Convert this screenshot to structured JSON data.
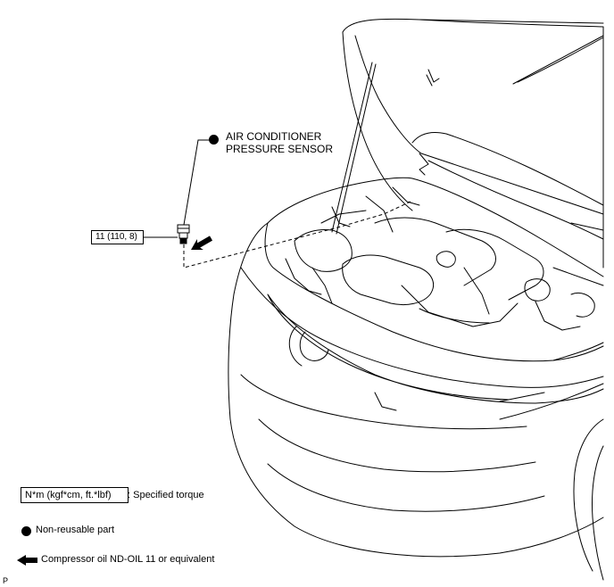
{
  "callouts": {
    "sensor_label_line1": "AIR CONDITIONER",
    "sensor_label_line2": "PRESSURE SENSOR",
    "torque_value": "11 (110, 8)"
  },
  "legend": {
    "torque_box": "N*m (kgf*cm, ft.*lbf)",
    "torque_text": ": Specified torque",
    "nonreusable_text": "Non-reusable part",
    "oil_text": "Compressor oil ND-OIL 11 or equivalent"
  },
  "corner_mark": "P"
}
